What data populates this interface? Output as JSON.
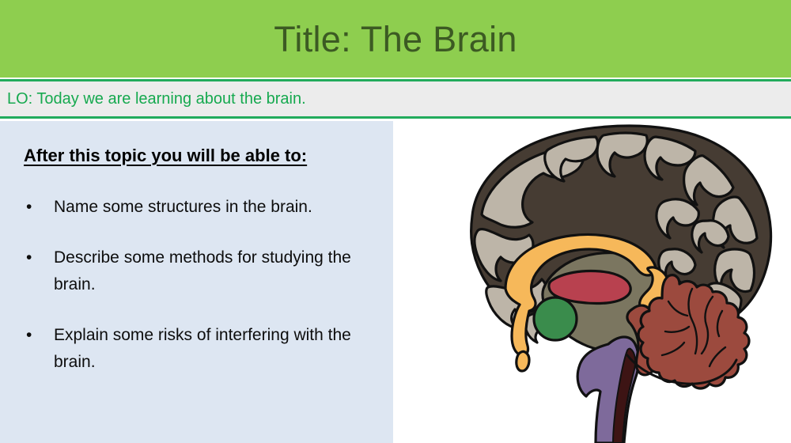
{
  "slide": {
    "title": "Title: The Brain",
    "learning_objective": "LO: Today we are learning about the brain."
  },
  "colors": {
    "title_banner_bg": "#8ece4f",
    "title_text": "#3c5a23",
    "lo_bar_bg": "#ececec",
    "lo_bar_border": "#22ab5c",
    "lo_text": "#16a94f",
    "left_panel_bg": "#dde6f2",
    "body_text": "#0d0d0d",
    "figure_bg": "#ffffff"
  },
  "content": {
    "objectives_heading": "After this topic you will be able to:",
    "bullet_marker": "•",
    "bullets": [
      "Name some structures in the brain.",
      "Describe some methods for studying the brain.",
      "Explain some risks of interfering with the brain."
    ]
  },
  "figure": {
    "name": "mid-sagittal-brain-diagram",
    "structures": [
      {
        "label": "cerebral cortex",
        "color": "#bdb5a8"
      },
      {
        "label": "cortical sulci",
        "color": "#463c33"
      },
      {
        "label": "corpus callosum",
        "color": "#f6b85a"
      },
      {
        "label": "thalamus",
        "color": "#b8414f"
      },
      {
        "label": "hypothalamus",
        "color": "#3a8c4c"
      },
      {
        "label": "inner brain matter",
        "color": "#7b7660"
      },
      {
        "label": "cerebellum",
        "color": "#9c4a3e"
      },
      {
        "label": "brainstem",
        "color": "#7e6a9b"
      },
      {
        "label": "brainstem channel",
        "color": "#3d1414"
      },
      {
        "label": "outline",
        "color": "#111111"
      }
    ]
  }
}
